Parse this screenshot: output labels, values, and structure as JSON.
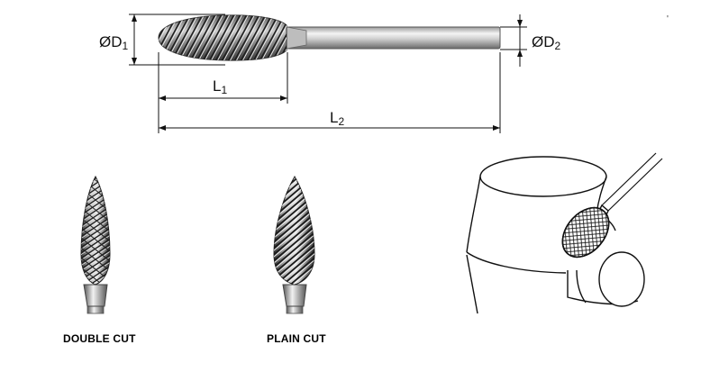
{
  "dimensions": {
    "d1": {
      "prefix": "Ø",
      "letter": "D",
      "sub": "1"
    },
    "d2": {
      "prefix": "Ø",
      "letter": "D",
      "sub": "2"
    },
    "l1": {
      "letter": "L",
      "sub": "1"
    },
    "l2": {
      "letter": "L",
      "sub": "2"
    }
  },
  "captions": {
    "double_cut": "DOUBLE CUT",
    "plain_cut": "PLAIN CUT"
  },
  "stray_mark": "'",
  "colors": {
    "line": "#111111",
    "metal_dark": "#3a3a3a",
    "metal_light": "#e6e6e6"
  }
}
